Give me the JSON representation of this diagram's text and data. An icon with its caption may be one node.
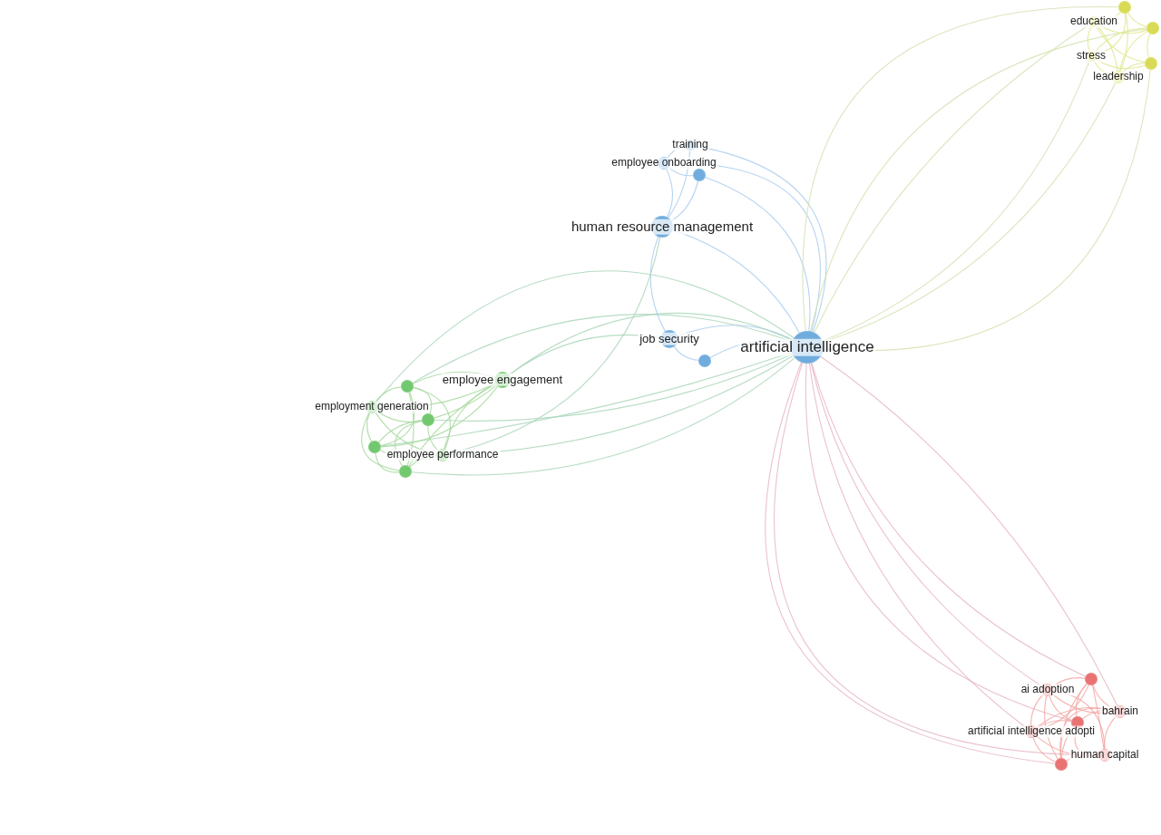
{
  "diagram": {
    "nodes": [
      {
        "text": [
          "artificial intelligence"
        ]
      },
      {
        "text": [
          "human resource management"
        ]
      },
      {
        "text": [
          "job security"
        ]
      },
      {
        "text": [
          "training"
        ]
      },
      {
        "text": [
          "employee onboarding"
        ]
      },
      {
        "text": [],
        "shape": "circle"
      },
      {
        "text": [],
        "shape": "circle"
      },
      {
        "text": [
          "employee engagement"
        ]
      },
      {
        "text": [],
        "shape": "circle"
      },
      {
        "text": [
          "employment generation"
        ]
      },
      {
        "text": [],
        "shape": "circle"
      },
      {
        "text": [],
        "shape": "circle"
      },
      {
        "text": [
          "employee performance"
        ]
      },
      {
        "text": [],
        "shape": "circle"
      },
      {
        "text": [
          "education"
        ]
      },
      {
        "text": [],
        "shape": "circle"
      },
      {
        "text": [],
        "shape": "circle"
      },
      {
        "text": [
          "stress"
        ]
      },
      {
        "text": [],
        "shape": "circle"
      },
      {
        "text": [
          "leadership"
        ]
      },
      {
        "text": [],
        "shape": "circle"
      },
      {
        "text": [
          "ai adoption"
        ]
      },
      {
        "text": [
          "bahrain"
        ]
      },
      {
        "text": [],
        "shape": "circle"
      },
      {
        "text": [
          "artificial intelligence adopti"
        ]
      },
      {
        "text": [
          "human capital"
        ]
      },
      {
        "text": [],
        "shape": "circle"
      }
    ],
    "edges": [
      {
        "from": 0,
        "to": 1,
        "arrow": "none",
        "color": "#a8cdee"
      },
      {
        "from": 0,
        "to": 2,
        "arrow": "none",
        "color": "#a8cdee"
      },
      {
        "from": 0,
        "to": 3,
        "arrow": "none",
        "color": "#a8cdee"
      },
      {
        "from": 0,
        "to": 4,
        "arrow": "none",
        "color": "#a8cdee"
      },
      {
        "from": 0,
        "to": 5,
        "arrow": "none",
        "color": "#a8cdee"
      },
      {
        "from": 0,
        "to": 6,
        "arrow": "none",
        "color": "#a8cdee"
      },
      {
        "from": 0,
        "to": 7,
        "arrow": "none",
        "color": "#a9d6b8"
      },
      {
        "from": 0,
        "to": 8,
        "arrow": "none",
        "color": "#a9d6b8"
      },
      {
        "from": 0,
        "to": 9,
        "arrow": "none",
        "color": "#a9d6b8"
      },
      {
        "from": 0,
        "to": 10,
        "arrow": "none",
        "color": "#a9d6b8"
      },
      {
        "from": 0,
        "to": 11,
        "arrow": "none",
        "color": "#a9d6b8"
      },
      {
        "from": 0,
        "to": 12,
        "arrow": "none",
        "color": "#a9d6b8"
      },
      {
        "from": 0,
        "to": 13,
        "arrow": "none",
        "color": "#a9d6b8"
      },
      {
        "from": 0,
        "to": 14,
        "arrow": "none",
        "color": "#d2e2b0"
      },
      {
        "from": 0,
        "to": 15,
        "arrow": "none",
        "color": "#d2e2b0"
      },
      {
        "from": 0,
        "to": 16,
        "arrow": "none",
        "color": "#d2e2b0"
      },
      {
        "from": 0,
        "to": 17,
        "arrow": "none",
        "color": "#d2e2b0"
      },
      {
        "from": 0,
        "to": 18,
        "arrow": "none",
        "color": "#d2e2b0"
      },
      {
        "from": 0,
        "to": 19,
        "arrow": "none",
        "color": "#d2e2b0"
      },
      {
        "from": 0,
        "to": 20,
        "arrow": "none",
        "color": "#e6b6c4"
      },
      {
        "from": 0,
        "to": 21,
        "arrow": "none",
        "color": "#e6b6c4"
      },
      {
        "from": 0,
        "to": 22,
        "arrow": "none",
        "color": "#e6b6c4"
      },
      {
        "from": 0,
        "to": 23,
        "arrow": "none",
        "color": "#e6b6c4"
      },
      {
        "from": 0,
        "to": 24,
        "arrow": "none",
        "color": "#e6b6c4"
      },
      {
        "from": 0,
        "to": 25,
        "arrow": "none",
        "color": "#e6b6c4"
      },
      {
        "from": 0,
        "to": 26,
        "arrow": "none",
        "color": "#e6b6c4"
      },
      {
        "from": 1,
        "to": 3,
        "arrow": "none",
        "color": "#a8cdee"
      },
      {
        "from": 1,
        "to": 4,
        "arrow": "none",
        "color": "#a8cdee"
      },
      {
        "from": 1,
        "to": 5,
        "arrow": "none",
        "color": "#a8cdee"
      },
      {
        "from": 1,
        "to": 2,
        "arrow": "none",
        "color": "#a8cdee"
      },
      {
        "from": 3,
        "to": 4,
        "arrow": "none",
        "color": "#a8cdee"
      },
      {
        "from": 4,
        "to": 5,
        "arrow": "none",
        "color": "#a8cdee"
      },
      {
        "from": 2,
        "to": 6,
        "arrow": "none",
        "color": "#a8cdee"
      },
      {
        "from": 2,
        "to": 7,
        "arrow": "none",
        "color": "#a9d6b8"
      },
      {
        "from": 1,
        "to": 12,
        "arrow": "none",
        "color": "#a9d6b8"
      },
      {
        "from": 7,
        "to": 8,
        "arrow": "none",
        "color": "#a6d89c"
      },
      {
        "from": 7,
        "to": 9,
        "arrow": "none",
        "color": "#a6d89c"
      },
      {
        "from": 7,
        "to": 10,
        "arrow": "none",
        "color": "#a6d89c"
      },
      {
        "from": 7,
        "to": 11,
        "arrow": "none",
        "color": "#a6d89c"
      },
      {
        "from": 7,
        "to": 12,
        "arrow": "none",
        "color": "#a6d89c"
      },
      {
        "from": 7,
        "to": 13,
        "arrow": "none",
        "color": "#a6d89c"
      },
      {
        "from": 8,
        "to": 9,
        "arrow": "none",
        "color": "#a6d89c"
      },
      {
        "from": 8,
        "to": 10,
        "arrow": "none",
        "color": "#a6d89c"
      },
      {
        "from": 8,
        "to": 11,
        "arrow": "none",
        "color": "#a6d89c"
      },
      {
        "from": 8,
        "to": 12,
        "arrow": "none",
        "color": "#a6d89c"
      },
      {
        "from": 8,
        "to": 13,
        "arrow": "none",
        "color": "#a6d89c"
      },
      {
        "from": 9,
        "to": 10,
        "arrow": "none",
        "color": "#a6d89c"
      },
      {
        "from": 9,
        "to": 11,
        "arrow": "none",
        "color": "#a6d89c"
      },
      {
        "from": 9,
        "to": 12,
        "arrow": "none",
        "color": "#a6d89c"
      },
      {
        "from": 9,
        "to": 13,
        "arrow": "none",
        "color": "#a6d89c"
      },
      {
        "from": 10,
        "to": 11,
        "arrow": "none",
        "color": "#a6d89c"
      },
      {
        "from": 10,
        "to": 12,
        "arrow": "none",
        "color": "#a6d89c"
      },
      {
        "from": 10,
        "to": 13,
        "arrow": "none",
        "color": "#a6d89c"
      },
      {
        "from": 11,
        "to": 12,
        "arrow": "none",
        "color": "#a6d89c"
      },
      {
        "from": 11,
        "to": 13,
        "arrow": "none",
        "color": "#a6d89c"
      },
      {
        "from": 12,
        "to": 13,
        "arrow": "none",
        "color": "#a6d89c"
      },
      {
        "from": 14,
        "to": 15,
        "arrow": "none",
        "color": "#e1e68c"
      },
      {
        "from": 14,
        "to": 16,
        "arrow": "none",
        "color": "#e1e68c"
      },
      {
        "from": 14,
        "to": 17,
        "arrow": "none",
        "color": "#e1e68c"
      },
      {
        "from": 14,
        "to": 18,
        "arrow": "none",
        "color": "#e1e68c"
      },
      {
        "from": 14,
        "to": 19,
        "arrow": "none",
        "color": "#e1e68c"
      },
      {
        "from": 15,
        "to": 16,
        "arrow": "none",
        "color": "#e1e68c"
      },
      {
        "from": 15,
        "to": 17,
        "arrow": "none",
        "color": "#e1e68c"
      },
      {
        "from": 15,
        "to": 19,
        "arrow": "none",
        "color": "#e1e68c"
      },
      {
        "from": 16,
        "to": 17,
        "arrow": "none",
        "color": "#e1e68c"
      },
      {
        "from": 16,
        "to": 18,
        "arrow": "none",
        "color": "#e1e68c"
      },
      {
        "from": 16,
        "to": 19,
        "arrow": "none",
        "color": "#e1e68c"
      },
      {
        "from": 17,
        "to": 18,
        "arrow": "none",
        "color": "#e1e68c"
      },
      {
        "from": 17,
        "to": 19,
        "arrow": "none",
        "color": "#e1e68c"
      },
      {
        "from": 18,
        "to": 19,
        "arrow": "none",
        "color": "#e1e68c"
      },
      {
        "from": 20,
        "to": 21,
        "arrow": "none",
        "color": "#f3a6a2"
      },
      {
        "from": 20,
        "to": 22,
        "arrow": "none",
        "color": "#f3a6a2"
      },
      {
        "from": 20,
        "to": 23,
        "arrow": "none",
        "color": "#f3a6a2"
      },
      {
        "from": 20,
        "to": 24,
        "arrow": "none",
        "color": "#f3a6a2"
      },
      {
        "from": 20,
        "to": 25,
        "arrow": "none",
        "color": "#f3a6a2"
      },
      {
        "from": 20,
        "to": 26,
        "arrow": "none",
        "color": "#f3a6a2"
      },
      {
        "from": 21,
        "to": 22,
        "arrow": "none",
        "color": "#f3a6a2"
      },
      {
        "from": 21,
        "to": 23,
        "arrow": "none",
        "color": "#f3a6a2"
      },
      {
        "from": 21,
        "to": 24,
        "arrow": "none",
        "color": "#f3a6a2"
      },
      {
        "from": 21,
        "to": 25,
        "arrow": "none",
        "color": "#f3a6a2"
      },
      {
        "from": 21,
        "to": 26,
        "arrow": "none",
        "color": "#f3a6a2"
      },
      {
        "from": 22,
        "to": 23,
        "arrow": "none",
        "color": "#f3a6a2"
      },
      {
        "from": 22,
        "to": 24,
        "arrow": "none",
        "color": "#f3a6a2"
      },
      {
        "from": 22,
        "to": 25,
        "arrow": "none",
        "color": "#f3a6a2"
      },
      {
        "from": 22,
        "to": 26,
        "arrow": "none",
        "color": "#f3a6a2"
      },
      {
        "from": 23,
        "to": 24,
        "arrow": "none",
        "color": "#f3a6a2"
      },
      {
        "from": 23,
        "to": 25,
        "arrow": "none",
        "color": "#f3a6a2"
      },
      {
        "from": 23,
        "to": 26,
        "arrow": "none",
        "color": "#f3a6a2"
      },
      {
        "from": 24,
        "to": 25,
        "arrow": "none",
        "color": "#f3a6a2"
      },
      {
        "from": 24,
        "to": 26,
        "arrow": "none",
        "color": "#f3a6a2"
      },
      {
        "from": 25,
        "to": 26,
        "arrow": "none",
        "color": "#f3a6a2"
      }
    ]
  }
}
